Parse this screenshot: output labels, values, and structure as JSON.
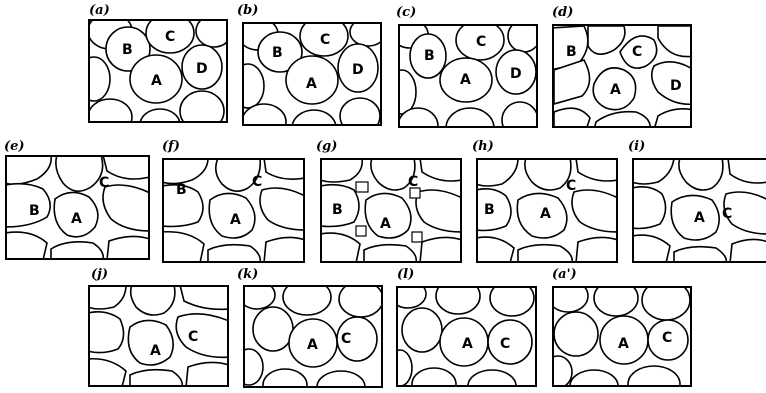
{
  "panels": [
    {
      "id": "a",
      "label": "(a)",
      "cells": [
        "B",
        "C",
        "A",
        "D"
      ]
    },
    {
      "id": "b",
      "label": "(b)",
      "cells": [
        "B",
        "C",
        "A",
        "D"
      ]
    },
    {
      "id": "c",
      "label": "(c)",
      "cells": [
        "B",
        "C",
        "A",
        "D"
      ]
    },
    {
      "id": "d",
      "label": "(d)",
      "cells": [
        "B",
        "C",
        "A",
        "D"
      ]
    },
    {
      "id": "e",
      "label": "(e)",
      "cells": [
        "B",
        "C",
        "A"
      ]
    },
    {
      "id": "f",
      "label": "(f)",
      "cells": [
        "B",
        "C",
        "A"
      ]
    },
    {
      "id": "g",
      "label": "(g)",
      "cells": [
        "B",
        "C",
        "A"
      ]
    },
    {
      "id": "h",
      "label": "(h)",
      "cells": [
        "B",
        "C",
        "A"
      ]
    },
    {
      "id": "i",
      "label": "(i)",
      "cells": [
        "C",
        "A"
      ]
    },
    {
      "id": "j",
      "label": "(j)",
      "cells": [
        "C",
        "A"
      ]
    },
    {
      "id": "k",
      "label": "(k)",
      "cells": [
        "C",
        "A"
      ]
    },
    {
      "id": "l",
      "label": "(l)",
      "cells": [
        "C",
        "A"
      ]
    },
    {
      "id": "a2",
      "label": "(a')",
      "cells": [
        "C",
        "A"
      ]
    }
  ]
}
